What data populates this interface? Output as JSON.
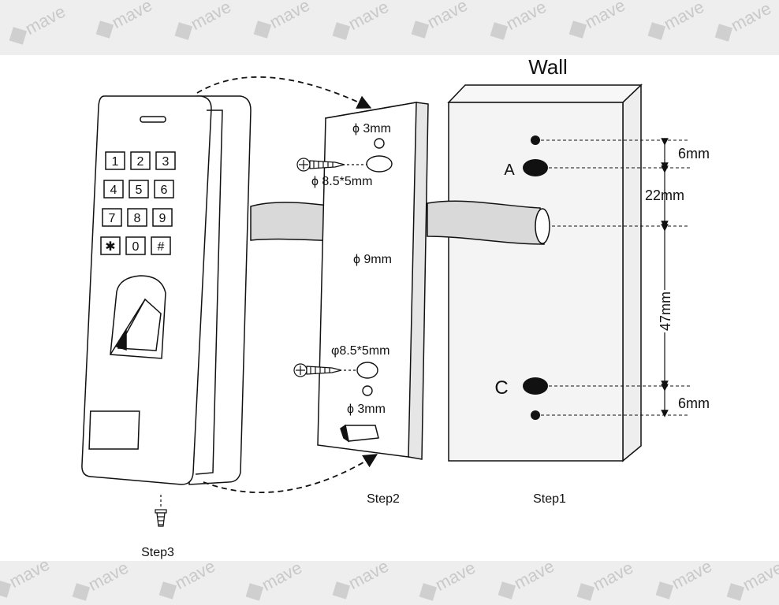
{
  "watermark": {
    "text": "mave"
  },
  "labels": {
    "wall": "Wall",
    "hole_a": "A",
    "hole_c": "C",
    "dim_top": "6mm",
    "dim_mid": "22mm",
    "dim_long": "47mm",
    "dim_bottom": "6mm",
    "plate_hole_top": "ϕ 3mm",
    "plate_slot_top": "ϕ 8.5*5mm",
    "plate_cable": "ϕ 9mm",
    "plate_slot_bottom": "φ8.5*5mm",
    "plate_hole_bottom": "ϕ 3mm",
    "step1": "Step1",
    "step2": "Step2",
    "step3": "Step3"
  },
  "keypad": {
    "keys": [
      "1",
      "2",
      "3",
      "4",
      "5",
      "6",
      "7",
      "8",
      "9",
      "✱",
      "0",
      "#"
    ]
  },
  "colors": {
    "line": "#111111",
    "wall_fill": "#f4f4f4",
    "device_fill": "#ffffff"
  }
}
